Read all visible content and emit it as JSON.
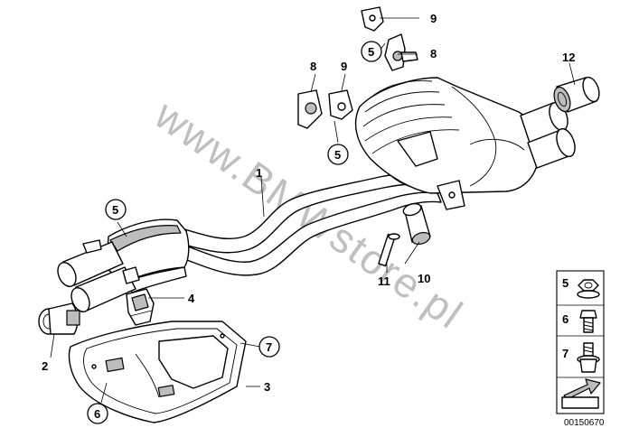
{
  "watermark": "www.BMWstore.pl",
  "callouts": {
    "c1": "1",
    "c2": "2",
    "c3": "3",
    "c4": "4",
    "c5a": "5",
    "c5b": "5",
    "c5c": "5",
    "c6": "6",
    "c7": "7",
    "c8a": "8",
    "c8b": "8",
    "c9a": "9",
    "c9b": "9",
    "c10": "10",
    "c11": "11",
    "c12": "12"
  },
  "legend": {
    "items": [
      {
        "number": "5",
        "icon": "flange-nut-icon"
      },
      {
        "number": "6",
        "icon": "hex-bolt-icon"
      },
      {
        "number": "7",
        "icon": "flange-bolt-icon"
      }
    ],
    "arrow_icon": "direction-arrow-icon"
  },
  "drawing_id": "00150670"
}
